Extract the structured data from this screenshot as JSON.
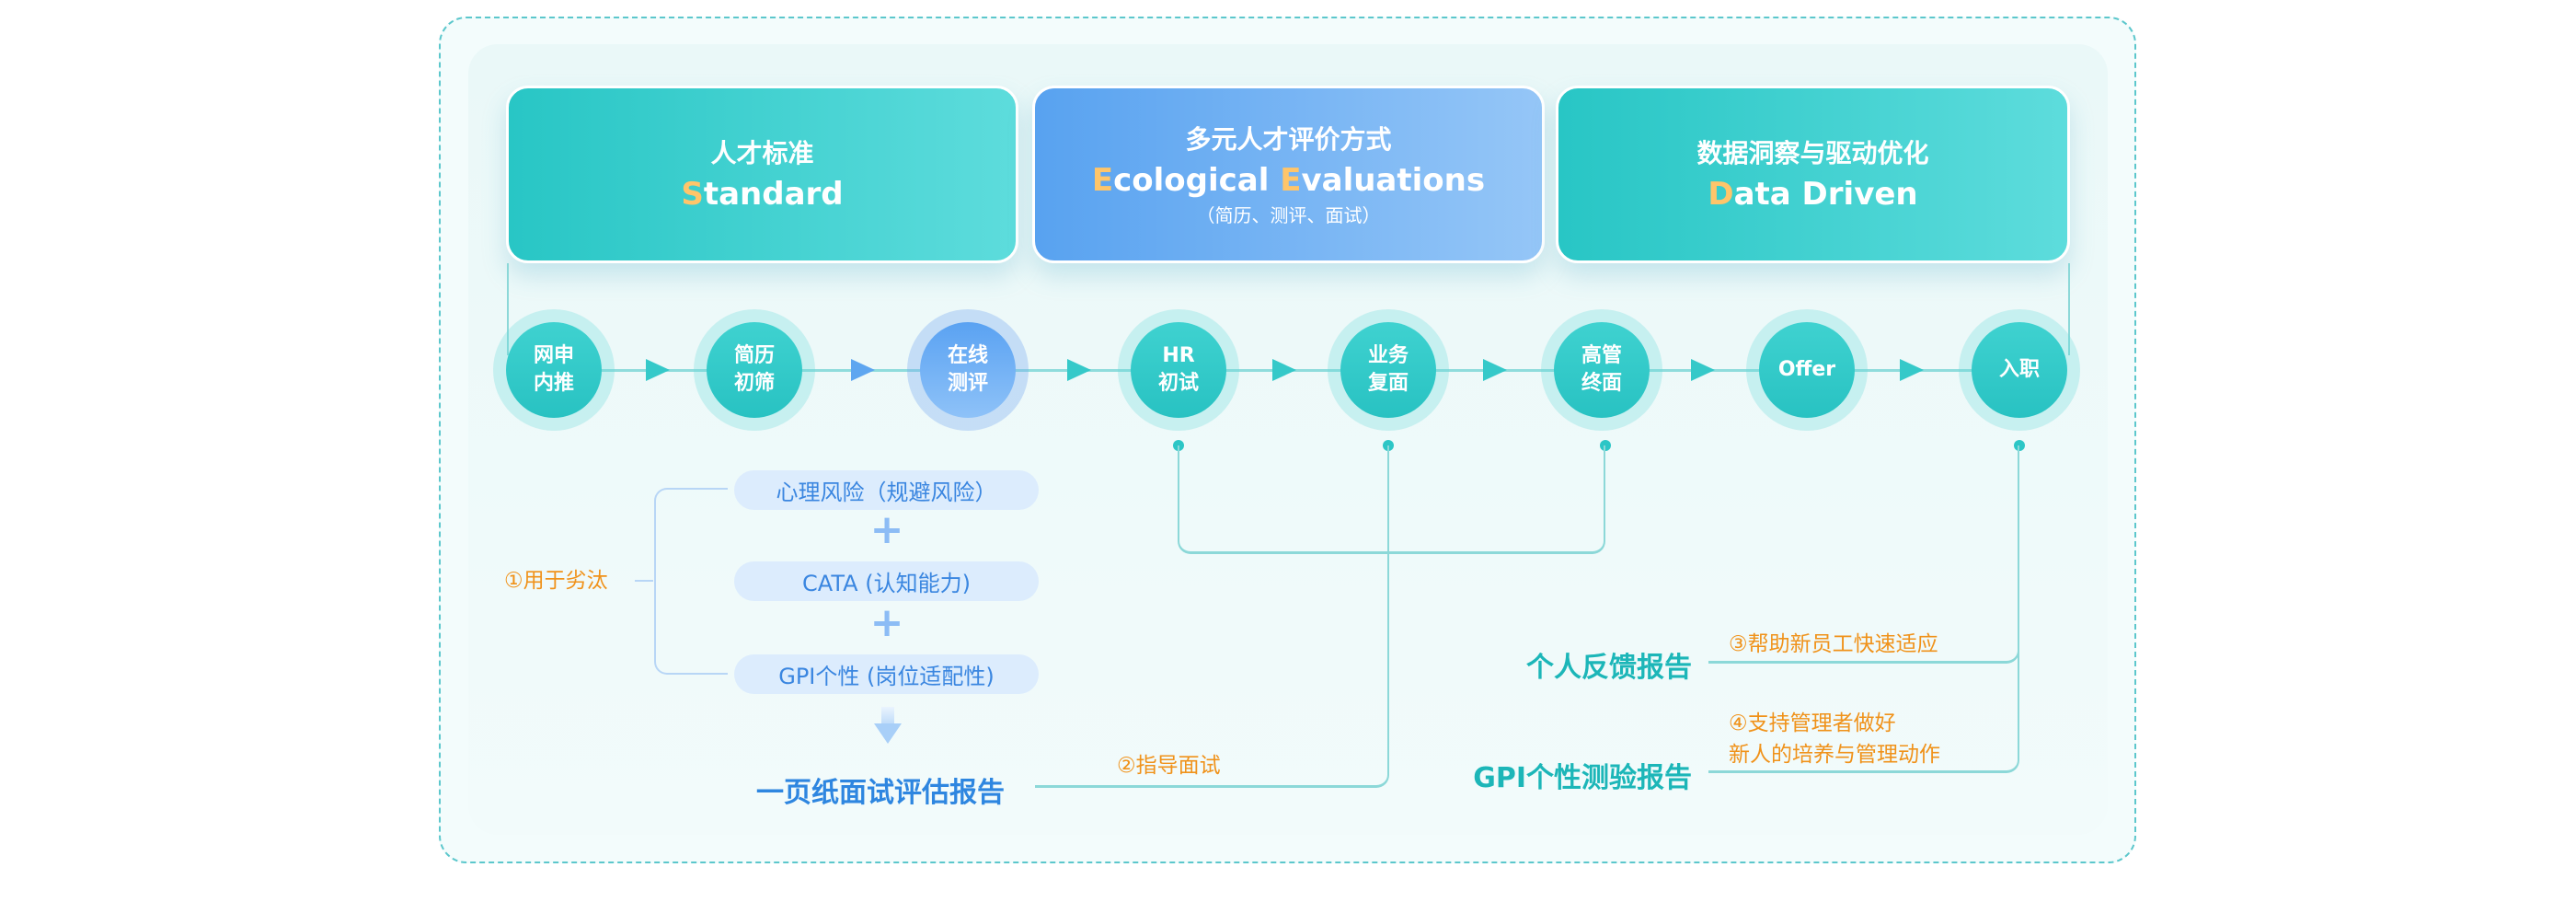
{
  "cards": [
    {
      "title": "人才标准",
      "en_highlight": "S",
      "en_rest": "tandard"
    },
    {
      "title": "多元人才评价方式",
      "en_h1": "E",
      "en_r1": "cological ",
      "en_h2": "E",
      "en_r2": "valuations",
      "sub": "（简历、测评、面试）"
    },
    {
      "title": "数据洞察与驱动优化",
      "en_highlight": "D",
      "en_rest": "ata Driven"
    }
  ],
  "steps": [
    "网申\n内推",
    "简历\n初筛",
    "在线\n测评",
    "HR\n初试",
    "业务\n复面",
    "高管\n终面",
    "Offer",
    "入职"
  ],
  "assessments": [
    "心理风险（规避风险）",
    "CATA (认知能力)",
    "GPI个性 (岗位适配性)"
  ],
  "plus": "+",
  "notes": {
    "n1": "①用于劣汰",
    "n2": "②指导面试",
    "n3": "③帮助新员工快速适应",
    "n4a": "④支持管理者做好",
    "n4b": "新人的培养与管理动作"
  },
  "reports": {
    "one_page": "一页纸面试评估报告",
    "feedback": "个人反馈报告",
    "gpi": "GPI个性测验报告"
  }
}
